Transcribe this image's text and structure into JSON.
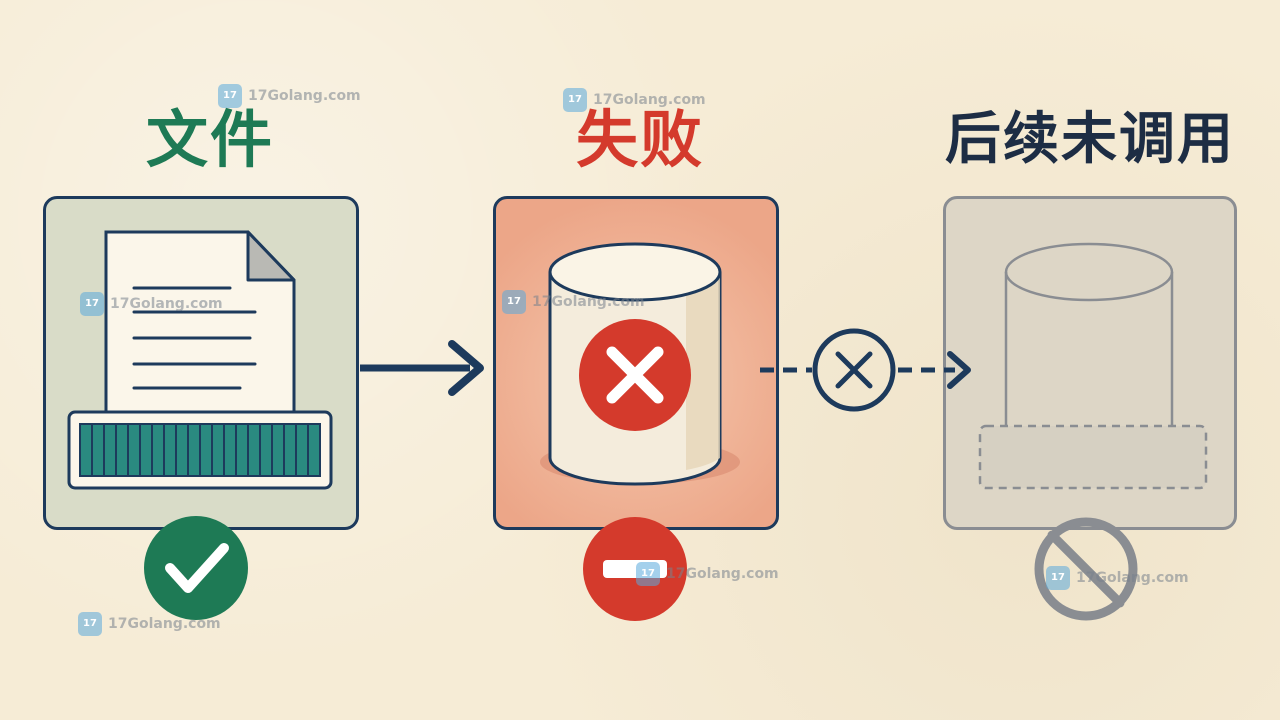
{
  "stages": [
    {
      "id": "file",
      "title": "文件",
      "status": "success",
      "status_icon": "check-circle-icon",
      "main_icon": "document-icon",
      "color": "#1e7a55"
    },
    {
      "id": "fail",
      "title": "失败",
      "status": "error",
      "status_icon": "minus-circle-icon",
      "main_icon": "cylinder-error-icon",
      "color": "#d43a2c"
    },
    {
      "id": "skip",
      "title": "后续未调用",
      "status": "skipped",
      "status_icon": "prohibited-icon",
      "main_icon": "cylinder-placeholder-icon",
      "color": "#1d2d44"
    }
  ],
  "connectors": [
    {
      "from": "file",
      "to": "fail",
      "style": "solid-arrow"
    },
    {
      "from": "fail",
      "to": "skip",
      "style": "dashed-arrow-blocked",
      "icon": "x-circle-icon"
    }
  ],
  "watermark": {
    "domain": "17Golang.com",
    "logo": "17"
  },
  "colors": {
    "background": "#f6ecd6",
    "navy": "#1d3a5c",
    "green": "#1e7a55",
    "red": "#d43a2c",
    "gray": "#8a8d92"
  }
}
